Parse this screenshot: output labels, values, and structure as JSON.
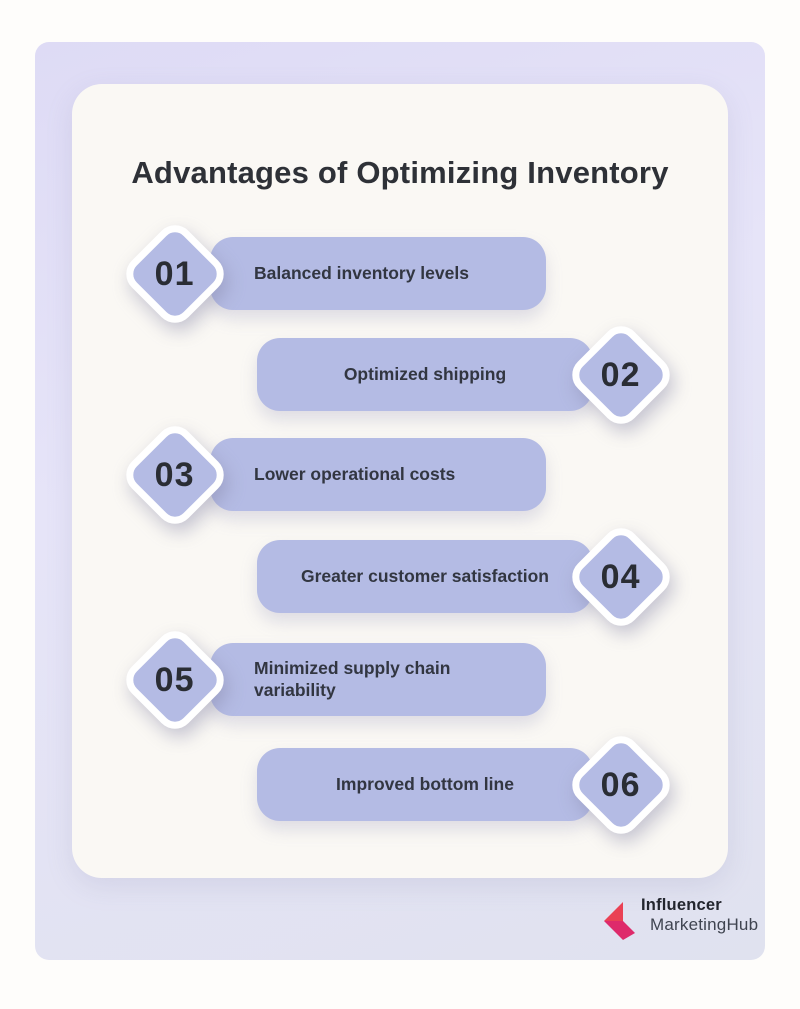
{
  "title": "Advantages of Optimizing Inventory",
  "items": [
    {
      "number": "01",
      "label": "Balanced inventory levels",
      "side": "left"
    },
    {
      "number": "02",
      "label": "Optimized shipping",
      "side": "right"
    },
    {
      "number": "03",
      "label": "Lower operational costs",
      "side": "left"
    },
    {
      "number": "04",
      "label": "Greater customer satisfaction",
      "side": "right"
    },
    {
      "number": "05",
      "label": "Minimized supply chain variability",
      "side": "left"
    },
    {
      "number": "06",
      "label": "Improved bottom line",
      "side": "right"
    }
  ],
  "logo": {
    "brand_top": "Influencer",
    "brand_bottom": "MarketingHub"
  },
  "colors": {
    "accent_purple": "#b4bbe4",
    "card_background": "#faf8f4",
    "panel_background": "#e2e0f5",
    "page_background": "#fefdfb",
    "text_dark": "#2e3137",
    "logo_red": "#ea4154",
    "logo_magenta": "#de2a6b"
  }
}
